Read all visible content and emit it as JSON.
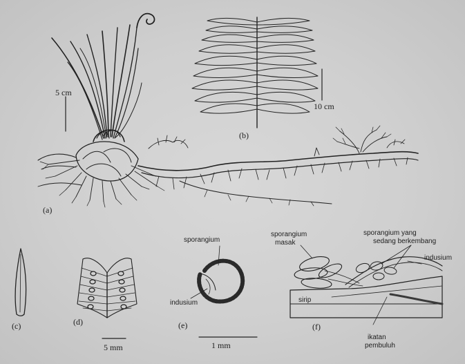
{
  "figure": {
    "panels": {
      "a": "(a)",
      "b": "(b)",
      "c": "(c)",
      "d": "(d)",
      "e": "(e)",
      "f": "(f)"
    },
    "scales": {
      "a": "5 cm",
      "b": "10 cm",
      "cd": "5 mm",
      "e": "1 mm"
    },
    "labels_e": {
      "sporangium": "sporangium",
      "indusium": "indusium"
    },
    "labels_f": {
      "sporangium_masak_1": "sporangium",
      "sporangium_masak_2": "masak",
      "sporangium_berkembang_1": "sporangium yang",
      "sporangium_berkembang_2": "sedang berkembang",
      "indusium": "indusium",
      "sirip": "sirip",
      "ikatan_1": "ikatan",
      "ikatan_2": "pembuluh"
    },
    "ink_color": "#1e1e1e",
    "paper_color": "#d2d2d2"
  }
}
